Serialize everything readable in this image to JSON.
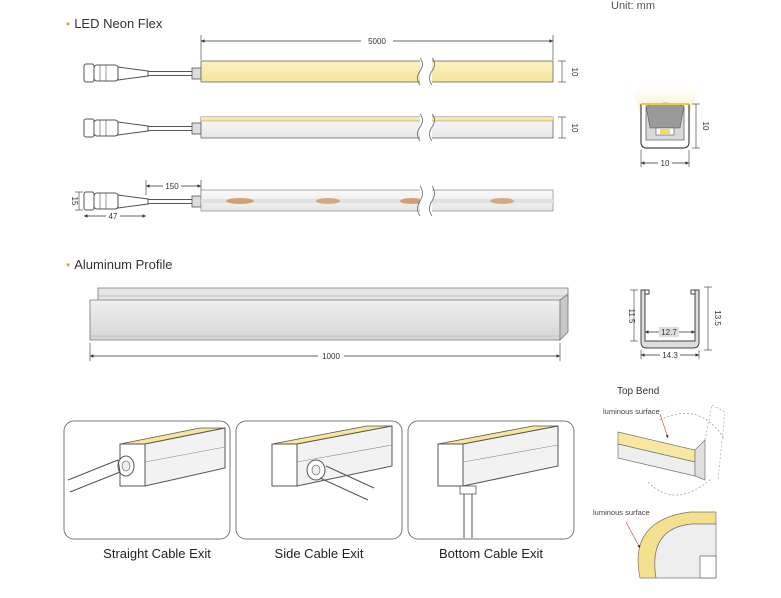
{
  "unit_label": "Unit: mm",
  "sections": {
    "neon_flex_title": "LED Neon Flex",
    "aluminum_profile_title": "Aluminum Profile"
  },
  "dimensions": {
    "strip_length": "5000",
    "strip_height_top": "10",
    "strip_height_mid": "10",
    "cable_length": "150",
    "connector_height": "15",
    "connector_length": "47",
    "cross_height": "10",
    "cross_width": "10",
    "profile_length": "1000",
    "profile_inner_height": "11.5",
    "profile_outer_height": "13.5",
    "profile_inner_width": "12.7",
    "profile_outer_width": "14.3"
  },
  "cable_exits": [
    {
      "label": "Straight Cable Exit"
    },
    {
      "label": "Side Cable Exit"
    },
    {
      "label": "Bottom Cable Exit"
    }
  ],
  "bend": {
    "top_bend_title": "Top Bend",
    "luminous_surface_1": "luminous surface",
    "luminous_surface_2": "luminous surface"
  },
  "colors": {
    "glow": "#f8eeb4",
    "glow_strong": "#f3df88",
    "silicone": "#f2f2f2",
    "led_dot": "#c98a4b",
    "outline": "#555555",
    "profile": "#e4e4e4",
    "accent_dot": "#e8a23a"
  }
}
